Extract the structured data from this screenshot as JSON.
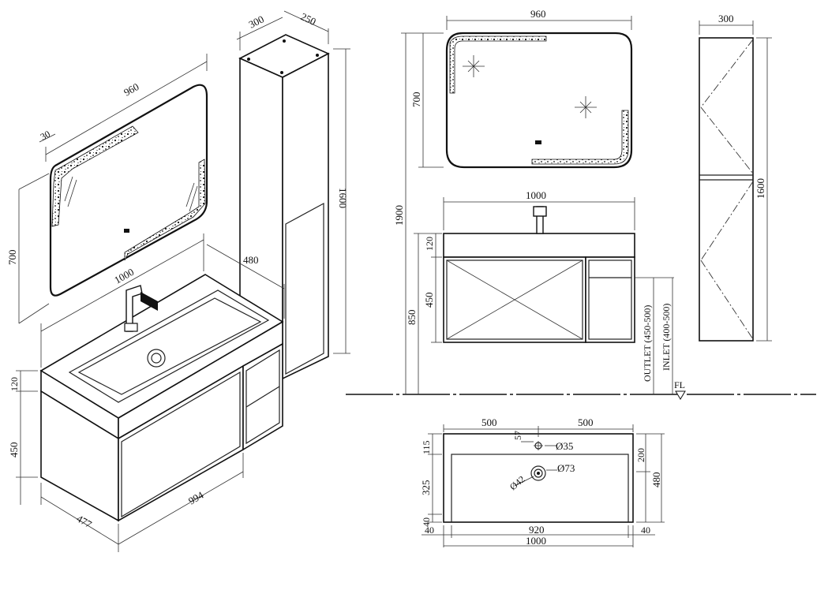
{
  "iso_view": {
    "mirror_width": "960",
    "mirror_frame": "30",
    "mirror_height": "700",
    "basin_width": "1000",
    "basin_depth": "480",
    "top_thickness": "120",
    "cabinet_height": "450",
    "cabinet_width": "994",
    "cabinet_depth": "477",
    "tall_depth": "300",
    "tall_width": "250",
    "tall_height": "1600"
  },
  "front_view": {
    "mirror_width": "960",
    "mirror_height": "700",
    "total_height": "1900",
    "basin_width": "1000",
    "top_thickness": "120",
    "cabinet_height": "450",
    "install_height": "850",
    "outlet": "OUTLET (450-500)",
    "inlet": "INLET (400-500)",
    "floor": "FL"
  },
  "side_view": {
    "tall_width": "300",
    "tall_height": "1600"
  },
  "plan_view": {
    "left_half": "500",
    "right_half": "500",
    "tap_offset": "57",
    "tap_hole": "Ø35",
    "drain_outer": "Ø73",
    "drain_inner": "Ø42",
    "top_margin": "115",
    "bowl_depth": "325",
    "bottom_margin": "40",
    "right_upper": "200",
    "total_depth": "480",
    "side_left": "40",
    "inner_width": "920",
    "side_right": "40",
    "total_width": "1000"
  }
}
